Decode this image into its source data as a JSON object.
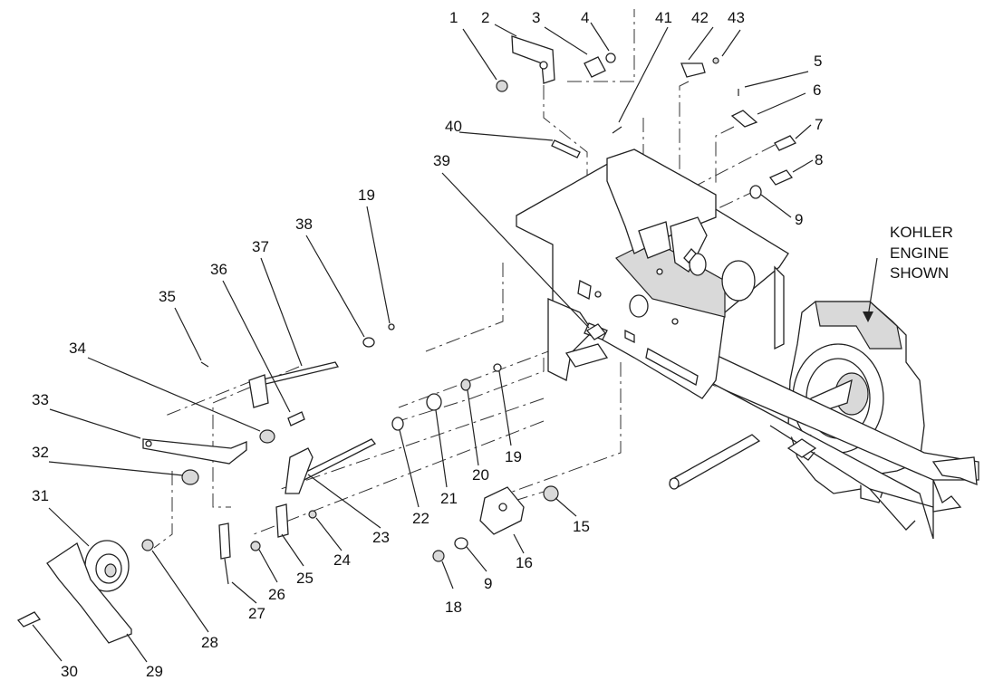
{
  "labels": [
    "1",
    "2",
    "3",
    "4",
    "41",
    "42",
    "43",
    "5",
    "6",
    "7",
    "8",
    "9",
    "40",
    "39",
    "19",
    "38",
    "37",
    "36",
    "35",
    "34",
    "33",
    "32",
    "31",
    "30",
    "29",
    "28",
    "27",
    "26",
    "25",
    "24",
    "23",
    "22",
    "21",
    "20",
    "19",
    "15",
    "16",
    "9",
    "18"
  ],
  "engine_note": [
    "KOHLER",
    "ENGINE",
    "SHOWN"
  ],
  "colors": {
    "ink": "#222222",
    "shade": "#d9d9d9",
    "background": "#ffffff"
  }
}
